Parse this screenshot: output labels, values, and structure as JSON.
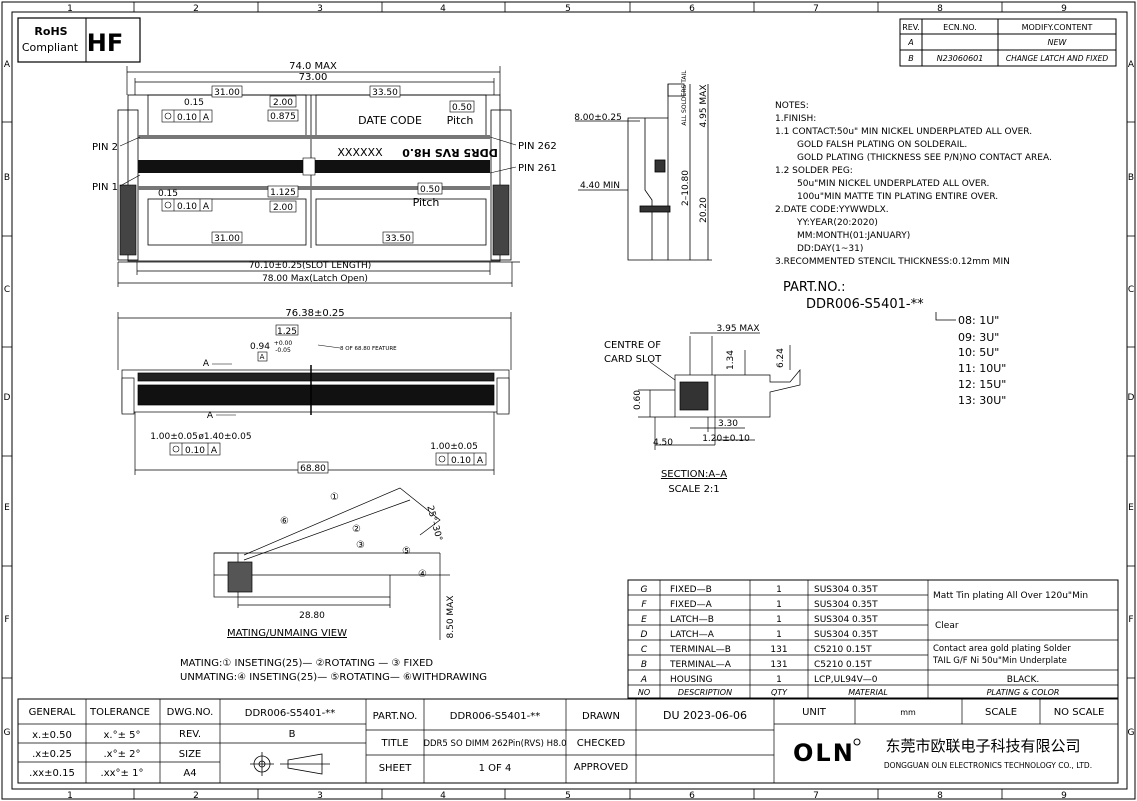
{
  "frame": {
    "col_labels": [
      "1",
      "2",
      "3",
      "4",
      "5",
      "6",
      "7",
      "8",
      "9"
    ],
    "row_labels": [
      "A",
      "B",
      "C",
      "D",
      "E",
      "F",
      "G"
    ]
  },
  "badge": {
    "rohs_line1": "RoHS",
    "rohs_line2": "Compliant",
    "hf": "HF"
  },
  "revision_table": {
    "headers": [
      "REV.",
      "ECN.NO.",
      "MODIFY.CONTENT"
    ],
    "rows": [
      [
        "A",
        "",
        "NEW"
      ],
      [
        "B",
        "N23060601",
        "CHANGE LATCH AND FIXED"
      ]
    ]
  },
  "top_view": {
    "dims": {
      "overall_max": "74.0 MAX",
      "overall": "73.00",
      "left_top": "31.00",
      "right_top": "33.50",
      "tol_015_top": "0.15",
      "tol_010_top": "0.10",
      "datum_a": "A",
      "d200_top": "2.00",
      "d0875": "0.875",
      "pitch_top": "0.50",
      "tol_015_bot": "0.15",
      "tol_010_bot": "0.10",
      "d1125": "1.125",
      "d200_bot": "2.00",
      "pitch_bot": "0.50",
      "left_bot": "31.00",
      "right_bot": "33.50",
      "slot_length": "70.10±0.25(SLOT LENGTH)",
      "latch_open": "78.00 Max(Latch Open)"
    },
    "labels": {
      "pin2": "PIN 2",
      "pin1": "PIN 1",
      "pin262": "PIN 262",
      "pin261": "PIN 261",
      "date_code": "DATE CODE",
      "xxxxxx": "XXXXXX",
      "marking": "DDR5 RVS H8.0",
      "pitch_word": "Pitch"
    }
  },
  "side_view": {
    "dims": {
      "d800": "8.00±0.25",
      "d440": "4.40 MIN",
      "d495": "4.95 MAX",
      "d210": "2–10.80",
      "d2020": "20.20",
      "solder_note": "ALL SOLDERS TAIL"
    }
  },
  "notes": {
    "lines": [
      "NOTES:",
      "1.FINISH:",
      "1.1 CONTACT:50u\" MIN NICKEL UNDERPLATED ALL OVER.",
      "GOLD FALSH PLATING ON SOLDERAIL.",
      "GOLD PLATING (THICKNESS SEE P/N)NO CONTACT AREA.",
      "1.2 SOLDER PEG:",
      "50u\"MIN NICKEL UNDERPLATED ALL OVER.",
      "100u\"MIN MATTE TIN PLATING ENTIRE OVER.",
      "2.DATE CODE:YYWWDLX.",
      "YY:YEAR(20:2020)",
      "MM:MONTH(01:JANUARY)",
      "DD:DAY(1~31)",
      "3.RECOMMENTED STENCIL THICKNESS:0.12mm MIN"
    ]
  },
  "part_no": {
    "title": "PART.NO.:",
    "code": "DDR006-S5401-**",
    "options": [
      "08: 1U\"",
      "09: 3U\"",
      "10: 5U\"",
      "11: 10U\"",
      "12: 15U\"",
      "13: 30U\""
    ]
  },
  "front_view": {
    "dims": {
      "d7638": "76.38±0.25",
      "d125": "1.25",
      "d094": "0.94",
      "d094_plus": "+0.00",
      "d094_minus": "-0.05",
      "feature": "8 OF 68.80 FEATURE",
      "section_a_top": "A",
      "section_a_bot": "A",
      "d100_left": "1.00±0.05",
      "d140": "ø1.40±0.05",
      "tol_left": "0.10",
      "d100_right": "1.00±0.05",
      "tol_right": "0.10",
      "datum": "A",
      "d6880": "68.80"
    }
  },
  "section_view": {
    "dims": {
      "centre_line1": "CENTRE OF",
      "centre_line2": "CARD SLOT",
      "d395": "3.95 MAX",
      "d134": "1.34",
      "d624": "6.24",
      "d060": "0.60",
      "d330": "3.30",
      "d450": "4.50",
      "d120": "1.20±0.10"
    },
    "title": "SECTION:A–A",
    "scale": "SCALE 2:1"
  },
  "mating_view": {
    "dims": {
      "d2880": "28.80",
      "d850": "8.50 MAX",
      "angle": "25°–30°"
    },
    "step_marks": [
      "①",
      "②",
      "③",
      "④",
      "⑤",
      "⑥"
    ],
    "title": "MATING/UNMAING VIEW",
    "mating": "MATING:① INSETING(25)— ②ROTATING — ③ FIXED",
    "unmating": "UNMATING:④ INSETING(25)— ⑤ROTATING— ⑥WITHDRAWING"
  },
  "bom": {
    "rows": [
      [
        "G",
        "FIXED—B",
        "1",
        "SUS304  0.35T"
      ],
      [
        "F",
        "FIXED—A",
        "1",
        "SUS304  0.35T"
      ],
      [
        "E",
        "LATCH—B",
        "1",
        "SUS304  0.35T"
      ],
      [
        "D",
        "LATCH—A",
        "1",
        "SUS304  0.35T"
      ],
      [
        "C",
        "TERMINAL—B",
        "131",
        "C5210  0.15T"
      ],
      [
        "B",
        "TERMINAL—A",
        "131",
        "C5210  0.15T"
      ],
      [
        "A",
        "HOUSING",
        "1",
        "LCP,UL94V—0"
      ]
    ],
    "finish_g_f": "Matt Tin plating All Over 120u\"Min",
    "finish_e_d": "Clear",
    "finish_c_b_1": "Contact area gold plating Solder",
    "finish_c_b_2": "TAIL G/F Ni 50u\"Min Underplate",
    "finish_a": "BLACK.",
    "header": [
      "NO",
      "DESCRIPTION",
      "QTY",
      "MATERIAL",
      "PLATING & COLOR"
    ]
  },
  "title_block": {
    "general": "GENERAL",
    "tolerance": "TOLERANCE",
    "dwg_no_label": "DWG.NO.",
    "dwg_no": "DDR006-S5401-**",
    "tol_rows": [
      [
        "x.±0.50",
        "x.°± 5°"
      ],
      [
        ".x±0.25",
        ".x°± 2°"
      ],
      [
        ".xx±0.15",
        ".xx°± 1°"
      ]
    ],
    "rev_label": "REV.",
    "rev": "B",
    "size_label": "SIZE",
    "size": "A4",
    "part_no_label": "PART.NO.",
    "part_no": "DDR006-S5401-**",
    "title_label": "TITLE",
    "title": "DDR5 SO DIMM 262Pin(RVS) H8.0",
    "sheet_label": "SHEET",
    "sheet": "1  OF  4",
    "drawn_label": "DRAWN",
    "drawn": "DU  2023-06-06",
    "checked_label": "CHECKED",
    "approved_label": "APPROVED",
    "unit_label": "UNIT",
    "unit": "mm",
    "scale_label": "SCALE",
    "scale": "NO  SCALE",
    "logo": "OLN",
    "company_cn": "东莞市欧联电子科技有限公司",
    "company_en": "DONGGUAN OLN ELECTRONICS TECHNOLOGY CO., LTD."
  }
}
